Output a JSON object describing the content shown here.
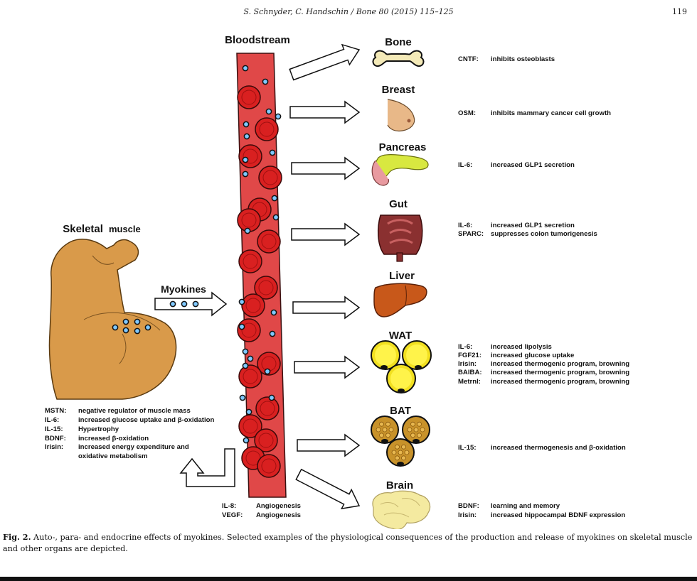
{
  "header": {
    "citation": "S. Schnyder, C. Handschin / Bone 80 (2015) 115–125",
    "page_number": "119"
  },
  "diagram": {
    "bloodstream_label": "Bloodstream",
    "myokines_label": "Myokines",
    "muscle_label_bold": "Skeletal",
    "muscle_label_rest": "muscle",
    "organs": [
      {
        "name": "Bone",
        "effects": [
          {
            "factor": "CNTF:",
            "text": "inhibits osteoblasts"
          }
        ]
      },
      {
        "name": "Breast",
        "effects": [
          {
            "factor": "OSM:",
            "text": "inhibits mammary cancer cell growth"
          }
        ]
      },
      {
        "name": "Pancreas",
        "effects": [
          {
            "factor": "IL-6:",
            "text": "increased GLP1 secretion"
          }
        ]
      },
      {
        "name": "Gut",
        "effects": [
          {
            "factor": "IL-6:",
            "text": "increased GLP1 secretion"
          },
          {
            "factor": "SPARC:",
            "text": "suppresses colon tumorigenesis"
          }
        ]
      },
      {
        "name": "Liver",
        "effects": []
      },
      {
        "name": "WAT",
        "effects": [
          {
            "factor": "IL-6:",
            "text": "increased lipolysis"
          },
          {
            "factor": "FGF21:",
            "text": "increased glucose uptake"
          },
          {
            "factor": "Irisin:",
            "text": "increased thermogenic program, browning"
          },
          {
            "factor": "BAIBA:",
            "text": "increased thermogenic program, browning"
          },
          {
            "factor": "Metrnl:",
            "text": "increased thermogenic program, browning"
          }
        ]
      },
      {
        "name": "BAT",
        "effects": [
          {
            "factor": "IL-15:",
            "text": "increased thermogenesis and β-oxidation"
          }
        ]
      },
      {
        "name": "Brain",
        "effects": [
          {
            "factor": "BDNF:",
            "text": "learning and memory"
          },
          {
            "factor": "Irisin:",
            "text": "increased hippocampal BDNF expression"
          }
        ]
      }
    ],
    "muscle_effects": [
      {
        "factor": "MSTN:",
        "text": "negative regulator of muscle mass"
      },
      {
        "factor": "IL-6:",
        "text": "increased glucose uptake and β-oxidation"
      },
      {
        "factor": "IL-15:",
        "text": "Hypertrophy"
      },
      {
        "factor": "BDNF:",
        "text": "increased β-oxidation"
      },
      {
        "factor": "Irisin:",
        "text": "increased energy expenditure and"
      },
      {
        "factor": "",
        "text": "oxidative metabolism"
      }
    ],
    "vessel_effects": [
      {
        "factor": "IL-8:",
        "text": "Angiogenesis"
      },
      {
        "factor": "VEGF:",
        "text": "Angiogenesis"
      }
    ],
    "colors": {
      "bloodstream": "#e04848",
      "blood_cell": "#d92020",
      "muscle": "#d99a4a",
      "fat": "#f2e020",
      "brown_fat": "#c8922a",
      "liver": "#c8581a",
      "pancreas": "#d8e840",
      "gut": "#7a2a2a",
      "brain": "#f4eaa0",
      "bone": "#f4eab8",
      "breast": "#e8b888"
    }
  },
  "caption": {
    "label": "Fig. 2.",
    "text": "Auto-, para- and endocrine effects of myokines. Selected examples of the physiological consequences of the production and release of myokines on skeletal muscle and other organs are depicted."
  }
}
